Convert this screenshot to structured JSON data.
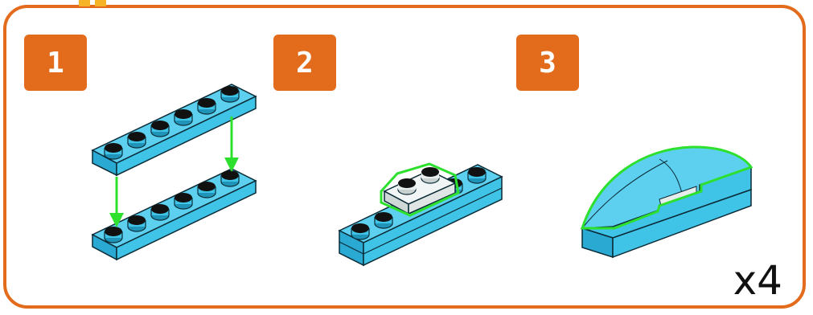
{
  "steps": [
    {
      "number": "1"
    },
    {
      "number": "2"
    },
    {
      "number": "3"
    }
  ],
  "multiplier": "x4",
  "colors": {
    "accent": "#e36c1c",
    "brick_blue": "#3fc3e6",
    "brick_blue_dark": "#1f93b8",
    "highlight_green": "#2ee02e",
    "brick_white": "#e7ecec"
  },
  "icons": [
    "stacking-arrow-icon",
    "brick-plate-1x6",
    "brick-plate-1x2",
    "curved-slope-brick"
  ]
}
